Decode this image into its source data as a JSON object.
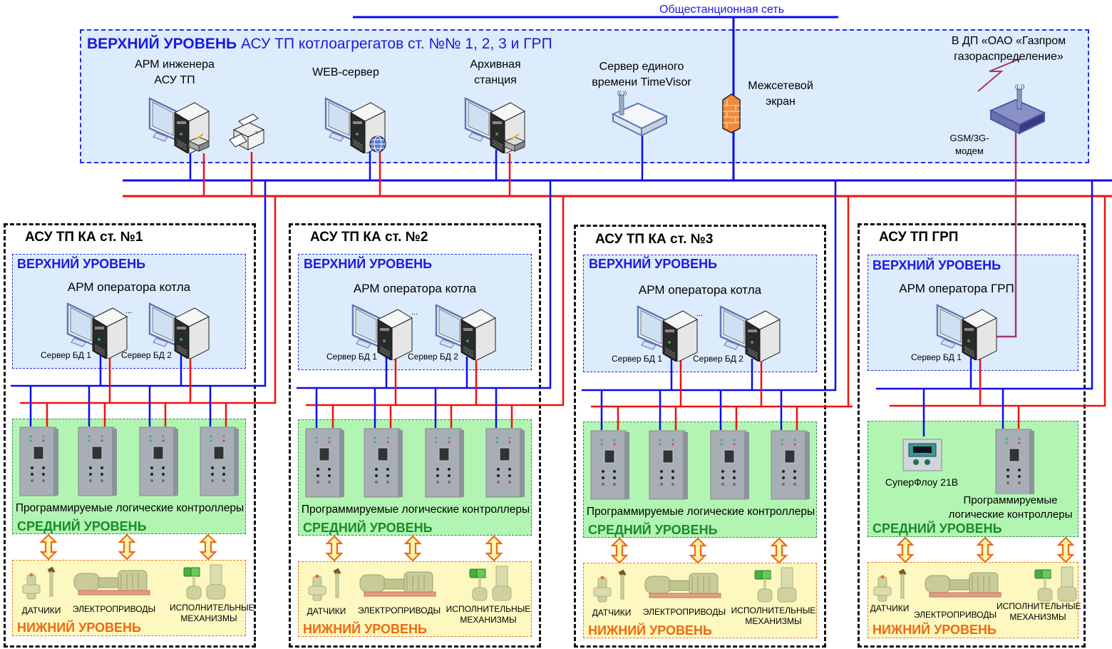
{
  "network": {
    "plant_network_label": "Общестанционная сеть",
    "colors": {
      "bus_primary": "#0a0af0",
      "bus_secondary": "#f01010",
      "gsm_link": "#a03a6a",
      "top_fill": "#dcecfc",
      "middle_fill": "#b2f5b2",
      "lower_fill": "#fcf8c0"
    }
  },
  "top_level": {
    "title_bold": "ВЕРХНИЙ УРОВЕНЬ",
    "title_rest": "АСУ ТП котлоагрегатов ст. №№ 1, 2, 3 и ГРП",
    "nodes": [
      {
        "id": "eng",
        "label_line1": "АРМ инженера",
        "label_line2": "АСУ ТП",
        "icon": "workstation-icon"
      },
      {
        "id": "printer",
        "label_line1": "",
        "label_line2": "",
        "icon": "printer-icon"
      },
      {
        "id": "web",
        "label_line1": "WEB-сервер",
        "label_line2": "",
        "icon": "web-server-icon"
      },
      {
        "id": "archive",
        "label_line1": "Архивная",
        "label_line2": "станция",
        "icon": "workstation-icon"
      },
      {
        "id": "time",
        "label_line1": "Сервер единого",
        "label_line2": "времени TimeVisor",
        "icon": "time-server-icon"
      },
      {
        "id": "firewall",
        "label_line1": "Межсетевой",
        "label_line2": "экран",
        "icon": "firewall-icon"
      },
      {
        "id": "modem",
        "label_line1": "GSM/3G-",
        "label_line2": "модем",
        "icon": "gsm-modem-icon"
      }
    ],
    "remote_dispatch_line1": "В ДП  «ОАО «Газпром",
    "remote_dispatch_line2": "газораспределение»"
  },
  "stations": [
    {
      "title": "АСУ ТП КА ст. №1",
      "upper_label": "ВЕРХНИЙ УРОВЕНЬ",
      "operator_label": "АРМ оператора котла",
      "servers": [
        "Сервер БД 1",
        "Сервер БД 2"
      ],
      "ellipsis": "...",
      "plc_count": 4,
      "plc_label": "Программируемые логические контроллеры",
      "middle_label": "СРЕДНИЙ УРОВЕНЬ",
      "devices": [
        "ДАТЧИКИ",
        "ЭЛЕКТРОПРИВОДЫ",
        "ИСПОЛНИТЕЛЬНЫЕ МЕХАНИЗМЫ"
      ],
      "lower_label": "НИЖНИЙ УРОВЕНЬ"
    },
    {
      "title": "АСУ ТП КА ст. №2",
      "upper_label": "ВЕРХНИЙ УРОВЕНЬ",
      "operator_label": "АРМ оператора котла",
      "servers": [
        "Сервер БД 1",
        "Сервер БД 2"
      ],
      "ellipsis": "...",
      "plc_count": 4,
      "plc_label": "Программируемые логические контроллеры",
      "middle_label": "СРЕДНИЙ УРОВЕНЬ",
      "devices": [
        "ДАТЧИКИ",
        "ЭЛЕКТРОПРИВОДЫ",
        "ИСПОЛНИТЕЛЬНЫЕ МЕХАНИЗМЫ"
      ],
      "lower_label": "НИЖНИЙ УРОВЕНЬ"
    },
    {
      "title": "АСУ ТП КА ст. №3",
      "upper_label": "ВЕРХНИЙ УРОВЕНЬ",
      "operator_label": "АРМ оператора котла",
      "servers": [
        "Сервер БД 1",
        "Сервер БД 2"
      ],
      "ellipsis": "...",
      "plc_count": 4,
      "plc_label": "Программируемые логические контроллеры",
      "middle_label": "СРЕДНИЙ УРОВЕНЬ",
      "devices": [
        "ДАТЧИКИ",
        "ЭЛЕКТРОПРИВОДЫ",
        "ИСПОЛНИТЕЛЬНЫЕ МЕХАНИЗМЫ"
      ],
      "lower_label": "НИЖНИЙ УРОВЕНЬ"
    },
    {
      "title": "АСУ ТП ГРП",
      "upper_label": "ВЕРХНИЙ УРОВЕНЬ",
      "operator_label": "АРМ оператора ГРП",
      "servers": [
        "Сервер БД 1"
      ],
      "flow_computer_label": "СуперФлоу 21В",
      "plc_count": 1,
      "plc_label_line1": "Программируемые",
      "plc_label_line2": "логические контроллеры",
      "middle_label": "СРЕДНИЙ УРОВЕНЬ",
      "devices": [
        "ДАТЧИКИ",
        "ЭЛЕКТРОПРИВОДЫ",
        "ИСПОЛНИТЕЛЬНЫЕ МЕХАНИЗМЫ"
      ],
      "lower_label": "НИЖНИЙ УРОВЕНЬ"
    }
  ]
}
